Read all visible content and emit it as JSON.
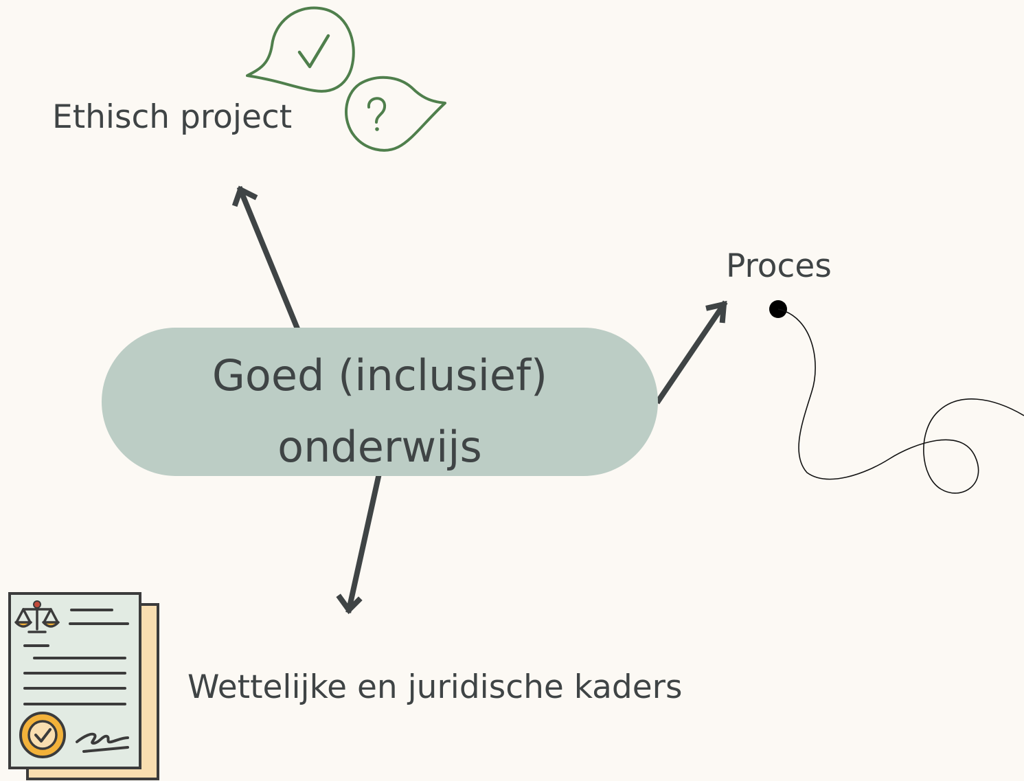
{
  "diagram": {
    "center": {
      "line1": "Goed (inclusief)",
      "line2": "onderwijs"
    },
    "branches": {
      "top": "Ethisch project",
      "right": "Proces",
      "bottom": "Wettelijke en juridische kaders"
    },
    "bubbles": {
      "left_symbol": "✓",
      "right_symbol": "?"
    }
  },
  "colors": {
    "background": "#fcf9f4",
    "node_fill": "#bccdc5",
    "text": "#3f4445",
    "arrow": "#3f4445",
    "bubble_stroke": "#4f7f4c",
    "doc_paper": "#e2ebe3",
    "doc_back": "#f9deb0",
    "seal": "#f3b23a"
  },
  "icons": [
    "speech-bubbles-icon",
    "process-path-icon",
    "legal-document-icon"
  ]
}
